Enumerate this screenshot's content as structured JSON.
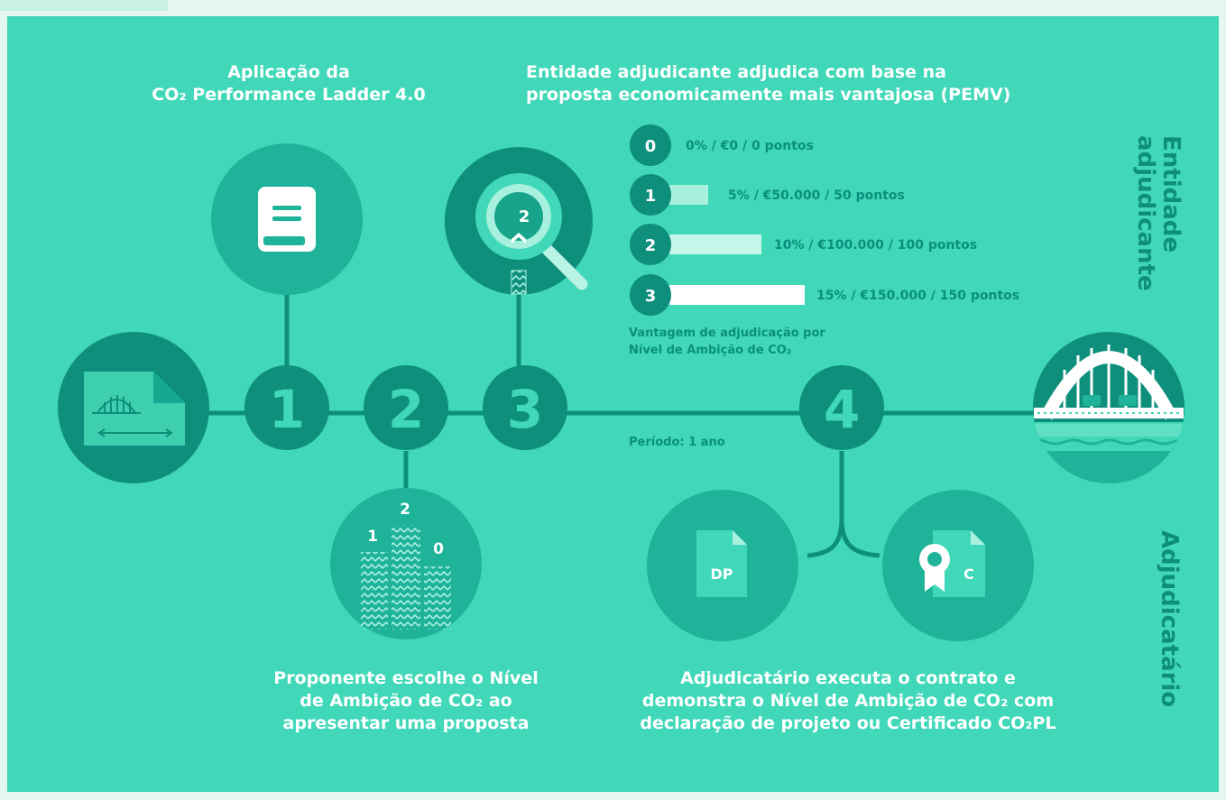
{
  "title_left": [
    "Aplicação da",
    "CO₂ Performance Ladder 4.0"
  ],
  "title_center": [
    "Entidade adjudicante adjudica com base na",
    "proposta economicamente mais vantajosa (PEMV)"
  ],
  "side_top": [
    "Entidade",
    "adjudicante"
  ],
  "side_bottom": "Adjudicatário",
  "steps": [
    "1",
    "2",
    "3",
    "4"
  ],
  "ladder": [
    {
      "level": "0",
      "text": "0% / €0 / 0 pontos"
    },
    {
      "level": "1",
      "text": "5% / €50.000 / 50 pontos"
    },
    {
      "level": "2",
      "text": "10% / €100.000 / 100 pontos"
    },
    {
      "level": "3",
      "text": "15% / €150.000 / 150 pontos"
    }
  ],
  "ladder_caption": [
    "Vantagem de adjudicação por",
    "Nível de Ambição de CO₂"
  ],
  "period": "Período: 1 ano",
  "towers": {
    "left": "1",
    "middle": "2",
    "right": "0"
  },
  "magnifier_level": "2",
  "doc_dp": "DP",
  "doc_c": "C",
  "bottom_left": [
    "Proponente escolhe o Nível",
    "de Ambição de CO₂ ao",
    "apresentar uma proposta"
  ],
  "bottom_right": [
    "Adjudicatário executa o contrato e",
    "demonstra o Nível de Ambição de CO₂ com",
    "declaração de projeto ou Certificado CO₂PL"
  ],
  "colors": {
    "background": "#40d8b8",
    "dark_circle": "#0e8f7c",
    "mid_circle": "#1fb39a",
    "white": "#ffffff"
  }
}
